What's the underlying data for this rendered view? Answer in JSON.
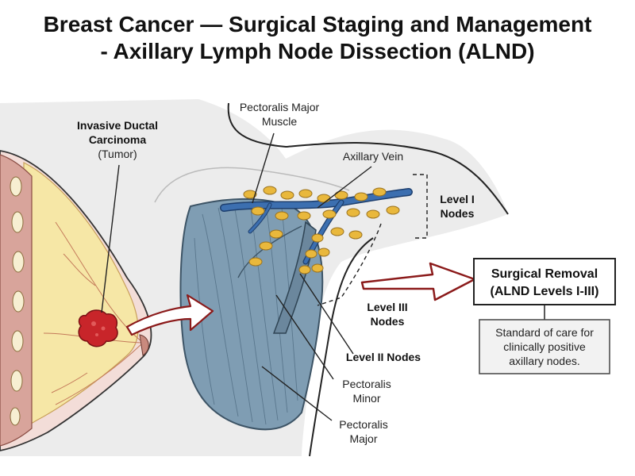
{
  "title": {
    "line1": "Breast Cancer — Surgical Staging and Management",
    "line2": "- Axillary Lymph Node Dissection (ALND)"
  },
  "labels": {
    "tumor": {
      "line1": "Invasive Ductal",
      "line2": "Carcinoma",
      "line3": "(Tumor)"
    },
    "pec_major_muscle": {
      "line1": "Pectoralis Major",
      "line2": "Muscle"
    },
    "axillary_vein": "Axillary Vein",
    "level1": {
      "line1": "Level I",
      "line2": "Nodes"
    },
    "level3": {
      "line1": "Level III",
      "line2": "Nodes"
    },
    "level2": "Level II Nodes",
    "pec_minor": {
      "line1": "Pectoralis",
      "line2": "Minor"
    },
    "pec_major": {
      "line1": "Pectoralis",
      "line2": "Major"
    }
  },
  "surgical_box": {
    "line1": "Surgical Removal",
    "line2": "(ALND Levels I-III)"
  },
  "note_box": {
    "line1": "Standard of care for",
    "line2": "clinically positive",
    "line3": "axillary nodes."
  },
  "colors": {
    "muscle": "#7f9db3",
    "vein": "#3c6fb0",
    "node": "#e9b83c",
    "tumor": "#c8252a",
    "skin": "#f3ddd8",
    "gland": "#f6e7a6",
    "arrow_outline": "#8b1a1a"
  }
}
